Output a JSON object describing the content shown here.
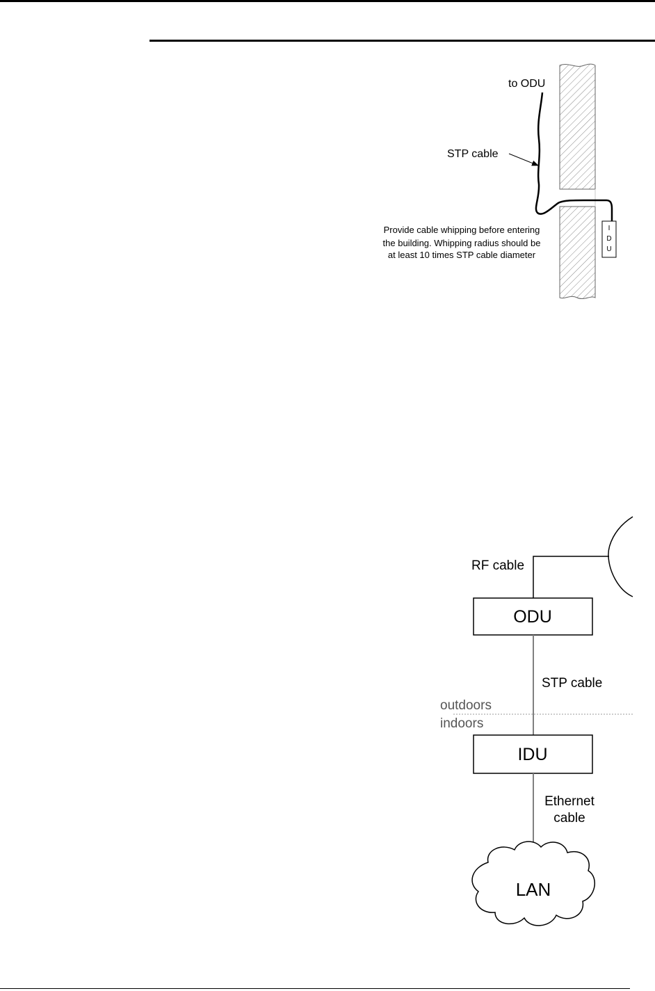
{
  "wall_diagram": {
    "to_odu_label": "to ODU",
    "stp_cable_label": "STP cable",
    "note_lines": [
      "Provide cable whipping before entering",
      "the building. Whipping radius should be",
      "at least 10 times STP cable diameter"
    ],
    "idu_letters": [
      "I",
      "D",
      "U"
    ]
  },
  "system_diagram": {
    "rf_cable_label": "RF cable",
    "odu_label": "ODU",
    "stp_cable_label": "STP cable",
    "outdoors_label": "outdoors",
    "indoors_label": "indoors",
    "idu_label": "IDU",
    "ethernet_label_line1": "Ethernet",
    "ethernet_label_line2": "cable",
    "lan_label": "LAN"
  }
}
